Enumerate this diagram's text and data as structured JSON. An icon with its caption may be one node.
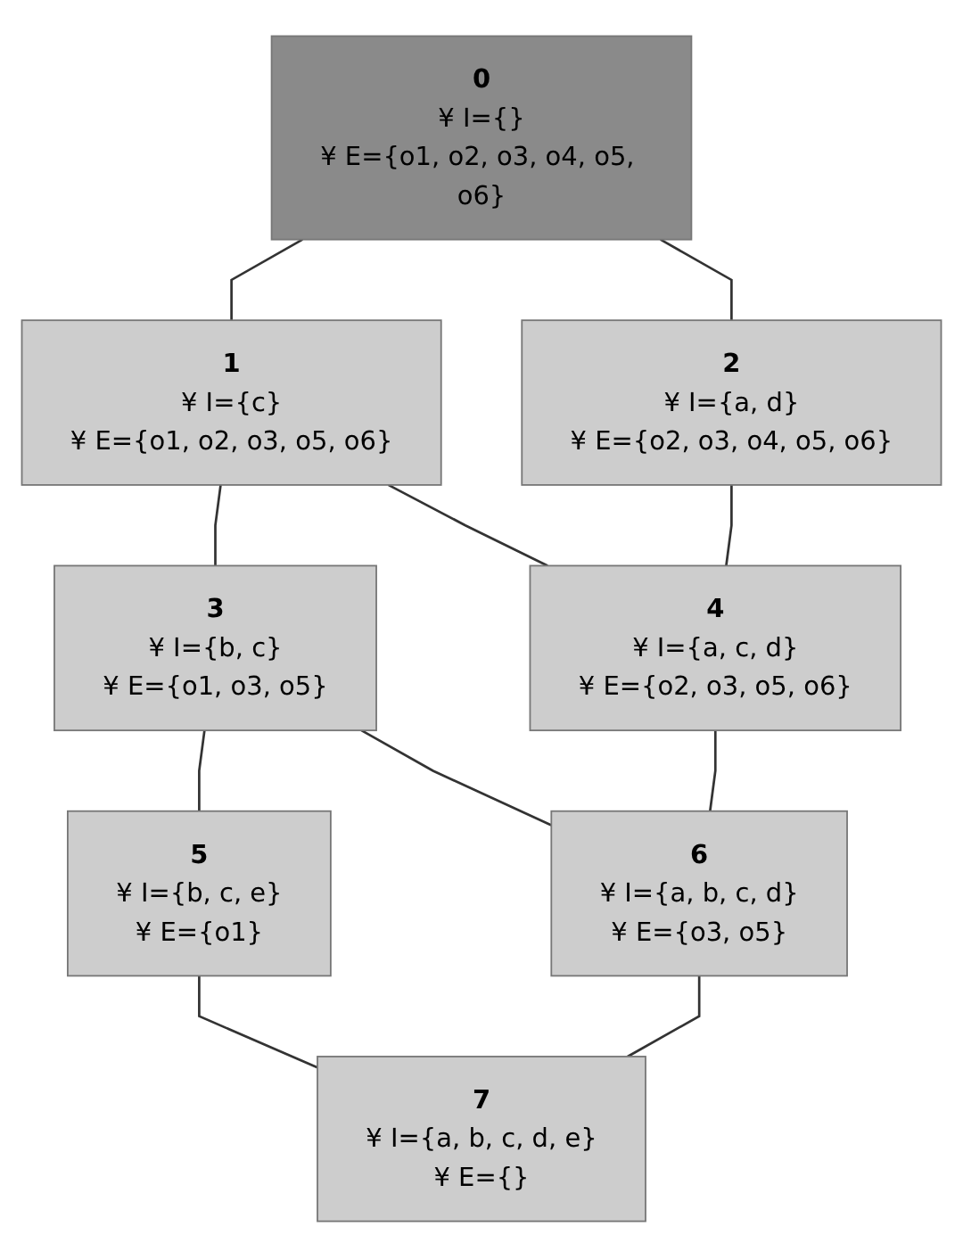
{
  "diagram": {
    "nodes": [
      {
        "text": [
          "0",
          "¥ I={}",
          "¥ E={o1, o2, o3, o4, o5, o6}"
        ]
      },
      {
        "text": [
          "1",
          "¥ I={c}",
          "¥ E={o1, o2, o3, o5, o6}"
        ]
      },
      {
        "text": [
          "2",
          "¥ I={a, d}",
          "¥ E={o2, o3, o4, o5, o6}"
        ]
      },
      {
        "text": [
          "3",
          "¥ I={b, c}",
          "¥ E={o1, o3, o5}"
        ]
      },
      {
        "text": [
          "4",
          "¥ I={a, c, d}",
          "¥ E={o2, o3, o5, o6}"
        ]
      },
      {
        "text": [
          "5",
          "¥ I={b, c, e}",
          "¥ E={o1}"
        ]
      },
      {
        "text": [
          "6",
          "¥ I={a, b, c, d}",
          "¥ E={o3, o5}"
        ]
      },
      {
        "text": [
          "7",
          "¥ I={a, b, c, d, e}",
          "¥ E={}"
        ]
      }
    ],
    "edges": [
      {
        "from": 0,
        "to": 1,
        "arrow": "none"
      },
      {
        "from": 0,
        "to": 2,
        "arrow": "none"
      },
      {
        "from": 1,
        "to": 3,
        "arrow": "none"
      },
      {
        "from": 1,
        "to": 4,
        "arrow": "none"
      },
      {
        "from": 2,
        "to": 4,
        "arrow": "none"
      },
      {
        "from": 3,
        "to": 5,
        "arrow": "none"
      },
      {
        "from": 3,
        "to": 6,
        "arrow": "none"
      },
      {
        "from": 4,
        "to": 6,
        "arrow": "none"
      },
      {
        "from": 5,
        "to": 7,
        "arrow": "none"
      },
      {
        "from": 6,
        "to": 7,
        "arrow": "none"
      }
    ]
  }
}
